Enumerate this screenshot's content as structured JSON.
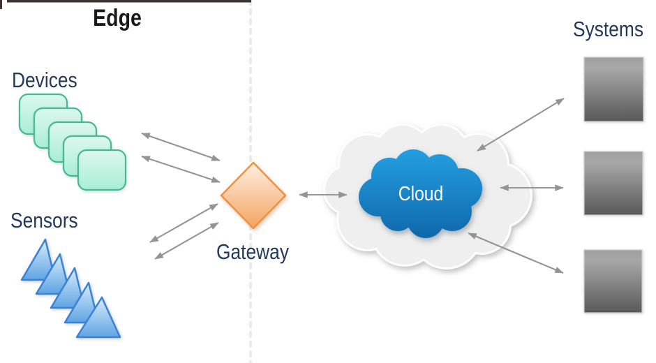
{
  "edge": {
    "label": "Edge"
  },
  "devices": {
    "label": "Devices",
    "count": 5
  },
  "sensors": {
    "label": "Sensors",
    "count": 5
  },
  "gateway": {
    "label": "Gateway"
  },
  "cloud": {
    "label": "Cloud"
  },
  "systems": {
    "label": "Systems",
    "count": 3
  },
  "colors": {
    "label_navy": "#21395b",
    "edge_label_black": "#1a1a1a",
    "device_fill_top": "#dcf8ee",
    "device_fill_bottom": "#a9eed6",
    "device_border": "#49b794",
    "sensor_fill_top": "#d9ecfc",
    "sensor_fill_bottom": "#5fa4e3",
    "sensor_border": "#3b82d4",
    "gateway_fill_top": "#fdf0e1",
    "gateway_fill_bottom": "#f5a360",
    "gateway_border": "#ef9140",
    "cloud_outer_fill": "#efefef",
    "cloud_outline": "#ffffff",
    "cloud_inner_top": "#23a0e1",
    "cloud_inner_bottom": "#0e66a9",
    "cloud_label_white": "#ffffff",
    "system_fill_edge": "#9e9e9e",
    "system_fill_top": "#a8a8a8",
    "system_fill_mid": "#8d8d8d",
    "system_fill_bottom": "#585858",
    "system_border": "#cfcfcf",
    "arrow": "#949494",
    "divider": "#eaeaea",
    "top_bar": "#3e3434"
  }
}
